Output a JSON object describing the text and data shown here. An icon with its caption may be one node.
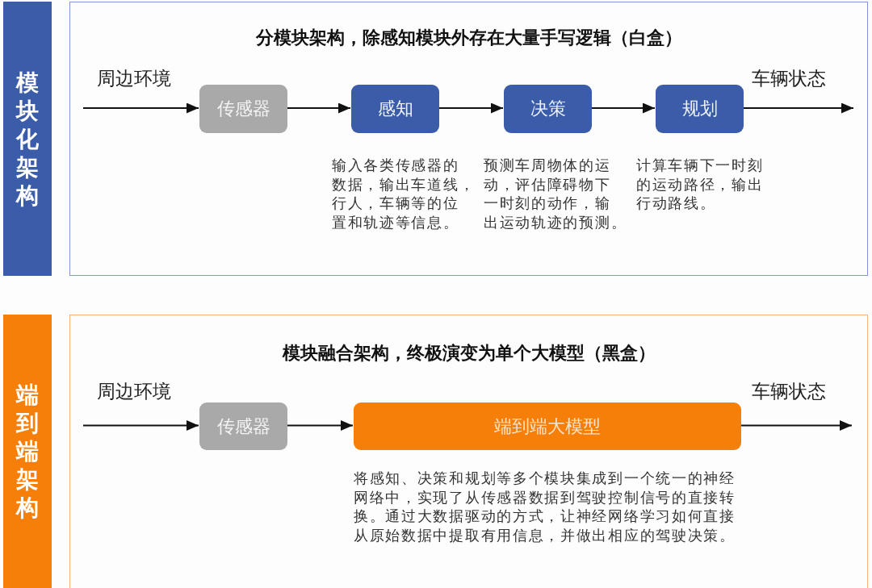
{
  "diagram": {
    "nodes": [
      {
        "text": [
          "模块化架构"
        ]
      },
      {
        "text": [
          "分模块架构，除感知模块外存在大量手写逻辑（白盒）"
        ]
      },
      {
        "text": [
          "传感器"
        ],
        "in": 1
      },
      {
        "text": [
          "感知"
        ],
        "in": 1,
        "beside": [
          "输入各类传感器的数据，输出车道线，行人，车辆等的位置和轨迹等信息。"
        ]
      },
      {
        "text": [
          "决策"
        ],
        "in": 1,
        "beside": [
          "预测车周物体的运动，评估障碍物下一时刻的动作，输出运动轨迹的预测。"
        ]
      },
      {
        "text": [
          "规划"
        ],
        "in": 1,
        "beside": [
          "计算车辆下一时刻的运动路径，输出行动路线。"
        ]
      },
      {
        "text": [
          "端到端架构"
        ]
      },
      {
        "text": [
          "模块融合架构，终极演变为单个大模型（黑盒）"
        ]
      },
      {
        "text": [
          "传感器"
        ],
        "in": 7
      },
      {
        "text": [
          "端到端大模型"
        ],
        "in": 7,
        "beside": [
          "将感知、决策和规划等多个模块集成到一个统一的神经网络中，实现了从传感器数据到驾驶控制信号的直接转换。通过大数据驱动的方式，让神经网络学习如何直接从原始数据中提取有用信息，并做出相应的驾驶决策。"
        ]
      }
    ],
    "edges": [
      {
        "from": null,
        "to": 2,
        "arrow": "to",
        "label": "周边环境"
      },
      {
        "from": 2,
        "to": 3,
        "arrow": "to"
      },
      {
        "from": 3,
        "to": 4,
        "arrow": "to"
      },
      {
        "from": 4,
        "to": 5,
        "arrow": "to"
      },
      {
        "from": 5,
        "to": null,
        "arrow": "to",
        "label": "车辆状态"
      },
      {
        "from": null,
        "to": 8,
        "arrow": "to",
        "label": "周边环境"
      },
      {
        "from": 8,
        "to": 9,
        "arrow": "to"
      },
      {
        "from": 9,
        "to": null,
        "arrow": "to",
        "label": "车辆状态"
      }
    ]
  }
}
